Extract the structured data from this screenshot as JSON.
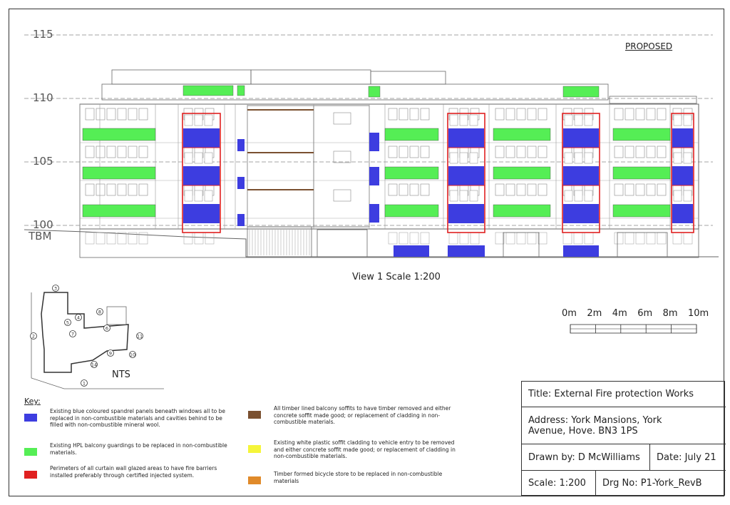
{
  "drawing": {
    "status": "PROPOSED",
    "view_caption": "View 1 Scale 1:200",
    "levels": [
      {
        "label": "115",
        "value": 115
      },
      {
        "label": "110",
        "value": 110
      },
      {
        "label": "105",
        "value": 105
      },
      {
        "label": "100",
        "value": 100
      }
    ],
    "tbm_label": "TBM",
    "nts_label": "NTS",
    "scale_bar": {
      "ticks": [
        "0m",
        "2m",
        "4m",
        "6m",
        "8m",
        "10m"
      ]
    },
    "plan_markers": [
      "3",
      "4",
      "8",
      "5",
      "7",
      "6",
      "11",
      "10",
      "9",
      "14",
      "1",
      "2"
    ]
  },
  "colors": {
    "spandrel_blue": "#3d3de0",
    "hpl_green": "#55ee55",
    "perimeter_red": "#e02020",
    "timber_brown": "#7a5030",
    "plastic_yellow": "#f5f53a",
    "bicycle_orange": "#e08a2a"
  },
  "key": {
    "title": "Key:",
    "items": [
      {
        "color": "#3d3de0",
        "text": "Existing blue coloured spandrel panels beneath windows all to be replaced in non-combustible materials and cavities behind to be filled with non-combustible mineral wool."
      },
      {
        "color": "#55ee55",
        "text": "Existing HPL balcony guardings to be replaced in non-combustible materials."
      },
      {
        "color": "#e02020",
        "text": "Perimeters of all curtain wall glazed areas to have fire barriers installed preferably through certified injected system."
      },
      {
        "color": "#7a5030",
        "text": "All timber lined balcony soffits to have timber removed and either concrete soffit made good; or replacement of cladding in non-combustible materials."
      },
      {
        "color": "#f5f53a",
        "text": "Existing white plastic soffit cladding to vehicle entry to be removed and either concrete soffit made good; or replacement of cladding in non-combustible materials."
      },
      {
        "color": "#e08a2a",
        "text": "Timber formed bicycle store to be replaced in non-combustible materials"
      }
    ]
  },
  "title_block": {
    "title": "Title: External Fire protection Works",
    "address_line1": "Address: York Mansions, York",
    "address_line2": "Avenue, Hove.  BN3 1PS",
    "drawn_by": "Drawn by: D McWilliams",
    "date": "Date: July 21",
    "scale": "Scale: 1:200",
    "drg_no": "Drg No: P1-York_RevB"
  }
}
